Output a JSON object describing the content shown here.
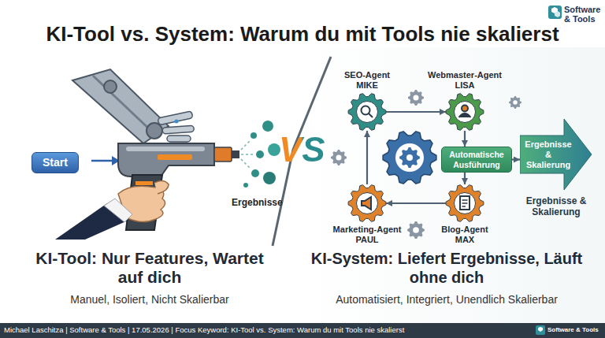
{
  "diagram": {
    "title": "KI-Tool vs. System: Warum du mit Tools nie skalierst",
    "nodes": [
      {
        "text": [
          "Start"
        ]
      },
      {
        "text": [
          "SEO-Agent MIKE"
        ]
      },
      {
        "text": [
          "Webmaster-Agent LISA"
        ]
      },
      {
        "text": [
          "Automatische Ausführung"
        ]
      },
      {
        "text": [
          "Marketing-Agent PAUL"
        ]
      },
      {
        "text": [
          "Blog-Agent MAX"
        ]
      },
      {
        "text": [
          "Ergebnisse & Skalierung"
        ]
      }
    ],
    "edges": [
      {
        "from": 1,
        "to": 2,
        "arrow": "to"
      },
      {
        "from": 2,
        "to": 3,
        "arrow": "to"
      },
      {
        "from": 3,
        "to": 5,
        "arrow": "to"
      },
      {
        "from": 5,
        "to": 4,
        "arrow": "to"
      },
      {
        "from": 4,
        "to": 1,
        "arrow": "to"
      },
      {
        "from": 3,
        "to": 6,
        "arrow": "to"
      }
    ],
    "labels": [
      "Software & Tools",
      "Ergebnisse",
      "VS",
      "KI-Tool: Nur Features, Wartet auf dich",
      "Manuel, Isoliert, Nicht Skalierbar",
      "KI-System: Liefert Ergebnisse, Läuft ohne dich",
      "Automatisiert, Integriert, Unendlich Skalierbar",
      "Ergebnisse & Skalierung",
      "Michael Laschitza | Software & Tools | 17.05.2026 | Focus Keyword: KI-Tool vs. System: Warum du mit Tools nie skalierst",
      "Software & Tools"
    ]
  }
}
